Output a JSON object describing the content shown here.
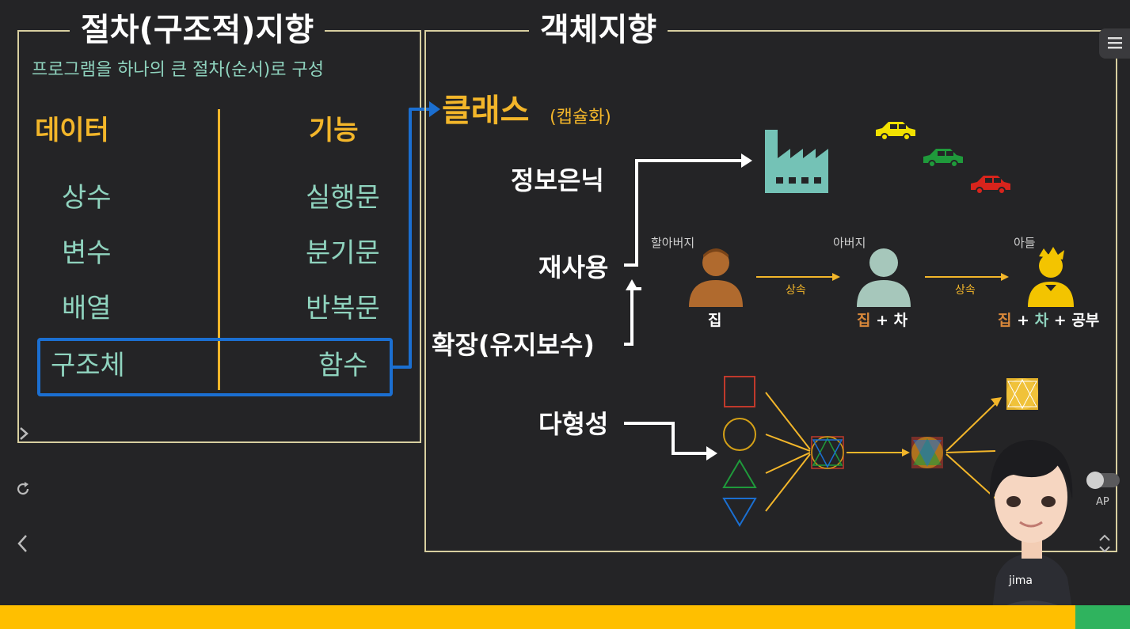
{
  "left": {
    "title": "절차(구조적)지향",
    "subtitle": "프로그램을 하나의 큰 절차(순서)로 구성",
    "col_data_header": "데이터",
    "col_func_header": "기능",
    "data_items": [
      "상수",
      "변수",
      "배열",
      "구조체"
    ],
    "func_items": [
      "실행문",
      "분기문",
      "반복문",
      "함수"
    ]
  },
  "right": {
    "title": "객체지향",
    "class_label": "클래스",
    "class_sub": "(캡슐화)",
    "features": [
      "정보은닉",
      "재사용",
      "확장(유지보수)",
      "다형성"
    ],
    "inheritance": {
      "grandfather": "할아버지",
      "father": "아버지",
      "son": "아들",
      "inherit_label": "상속",
      "gf_owns": "집",
      "f_owns": [
        "집",
        "+",
        "차"
      ],
      "s_owns": [
        "집",
        "+",
        "차",
        "+",
        "공부"
      ]
    }
  },
  "colors": {
    "background": "#242426",
    "frame": "#d8cfa0",
    "mint": "#8fd3be",
    "accent": "#f3b62a",
    "link_blue": "#1b6fd1",
    "bottom_bar": "#ffbf00",
    "bottom_green": "#2fb35e"
  },
  "player": {
    "ap_label": "AP",
    "icons": [
      "menu-icon",
      "refresh-icon",
      "back-icon",
      "forward-icon",
      "expand-icon",
      "toggle-switch"
    ]
  },
  "presenter_shirt_text": "jima"
}
